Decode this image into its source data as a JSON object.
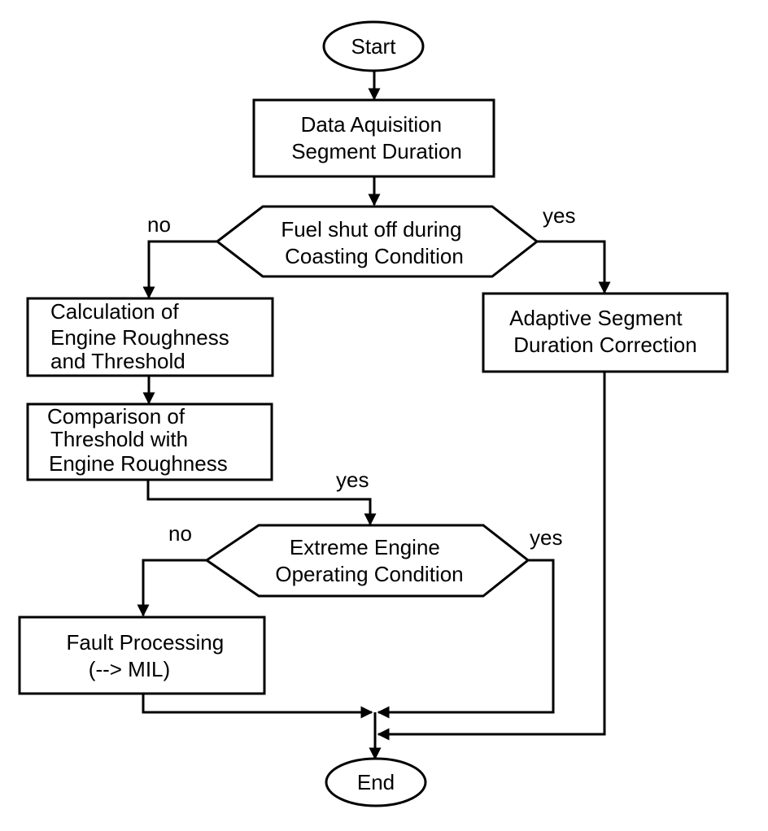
{
  "nodes": {
    "start": {
      "text": [
        "Start"
      ]
    },
    "data_acq": {
      "text": [
        "Data Aquisition",
        "Segment Duration"
      ]
    },
    "fuel": {
      "text": [
        "Fuel shut off during",
        "Coasting Condition"
      ]
    },
    "calc": {
      "text": [
        "Calculation of",
        "Engine Roughness",
        "and Threshold"
      ]
    },
    "compare": {
      "text": [
        "Comparison of",
        "Threshold with",
        "Engine Roughness"
      ]
    },
    "adaptive": {
      "text": [
        "Adaptive Segment",
        "Duration Correction"
      ]
    },
    "extreme": {
      "text": [
        "Extreme Engine",
        "Operating Condition"
      ]
    },
    "fault": {
      "text": [
        "Fault Processing",
        "(--> MIL)"
      ]
    },
    "end": {
      "text": [
        "End"
      ]
    }
  },
  "edge_labels": {
    "fuel_no": "no",
    "fuel_yes": "yes",
    "compare_yes": "yes",
    "extreme_no": "no",
    "extreme_yes": "yes"
  }
}
